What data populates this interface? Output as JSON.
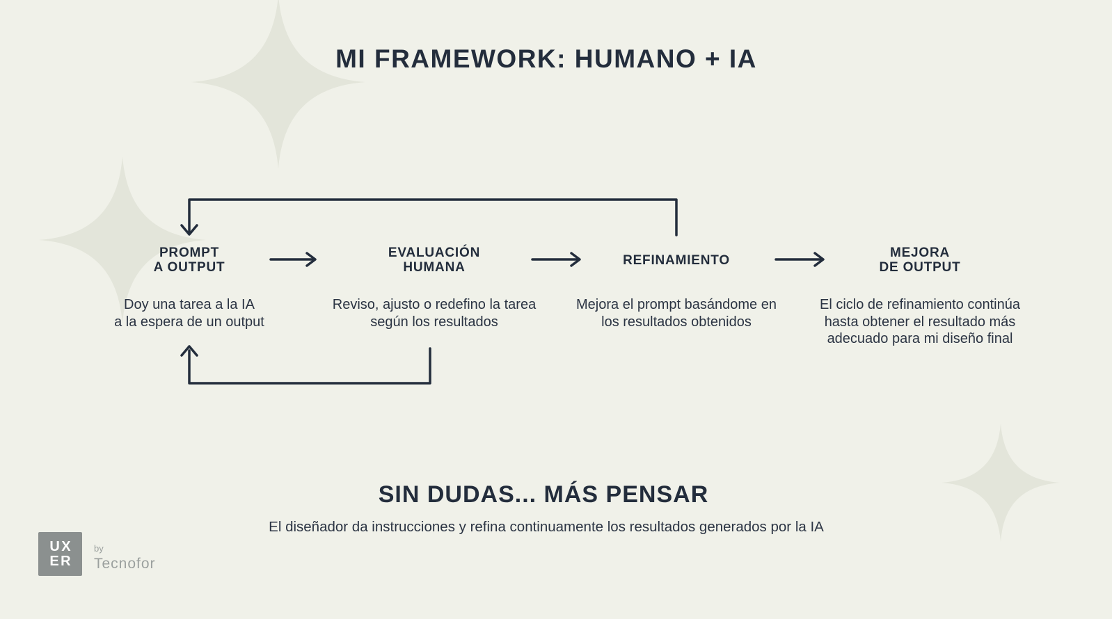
{
  "theme": {
    "bg": "#f0f1e9",
    "ink": "#232d3c",
    "body-ink": "#2b3443",
    "sparkle": "#e3e5da",
    "logo-bg": "#8b908f",
    "logo-letters": "#ffffff",
    "logo-text": "#9ba09e"
  },
  "header": {
    "title": "MI FRAMEWORK: HUMANO + IA"
  },
  "flow": {
    "steps": [
      {
        "label_lines": [
          "PROMPT",
          "A OUTPUT"
        ],
        "desc_lines": [
          "Doy una tarea a la IA",
          "a la espera de un output"
        ]
      },
      {
        "label_lines": [
          "EVALUACIÓN",
          "HUMANA"
        ],
        "desc_lines": [
          "Reviso, ajusto o redefino la tarea",
          "según los resultados"
        ]
      },
      {
        "label_lines": [
          "REFINAMIENTO"
        ],
        "desc_lines": [
          "Mejora el prompt basándome en",
          "los resultados obtenidos"
        ]
      },
      {
        "label_lines": [
          "MEJORA",
          "DE OUTPUT"
        ],
        "desc_lines": [
          "El ciclo de refinamiento continúa",
          "hasta obtener el resultado más",
          "adecuado para mi diseño final"
        ]
      }
    ]
  },
  "footer": {
    "title": "SIN DUDAS... MÁS PENSAR",
    "subtitle": "El diseñador da instrucciones y refina continuamente los resultados generados por la IA"
  },
  "logo": {
    "line1": "UX",
    "line2": "ER",
    "by": "by",
    "brand": "Tecnofor"
  }
}
